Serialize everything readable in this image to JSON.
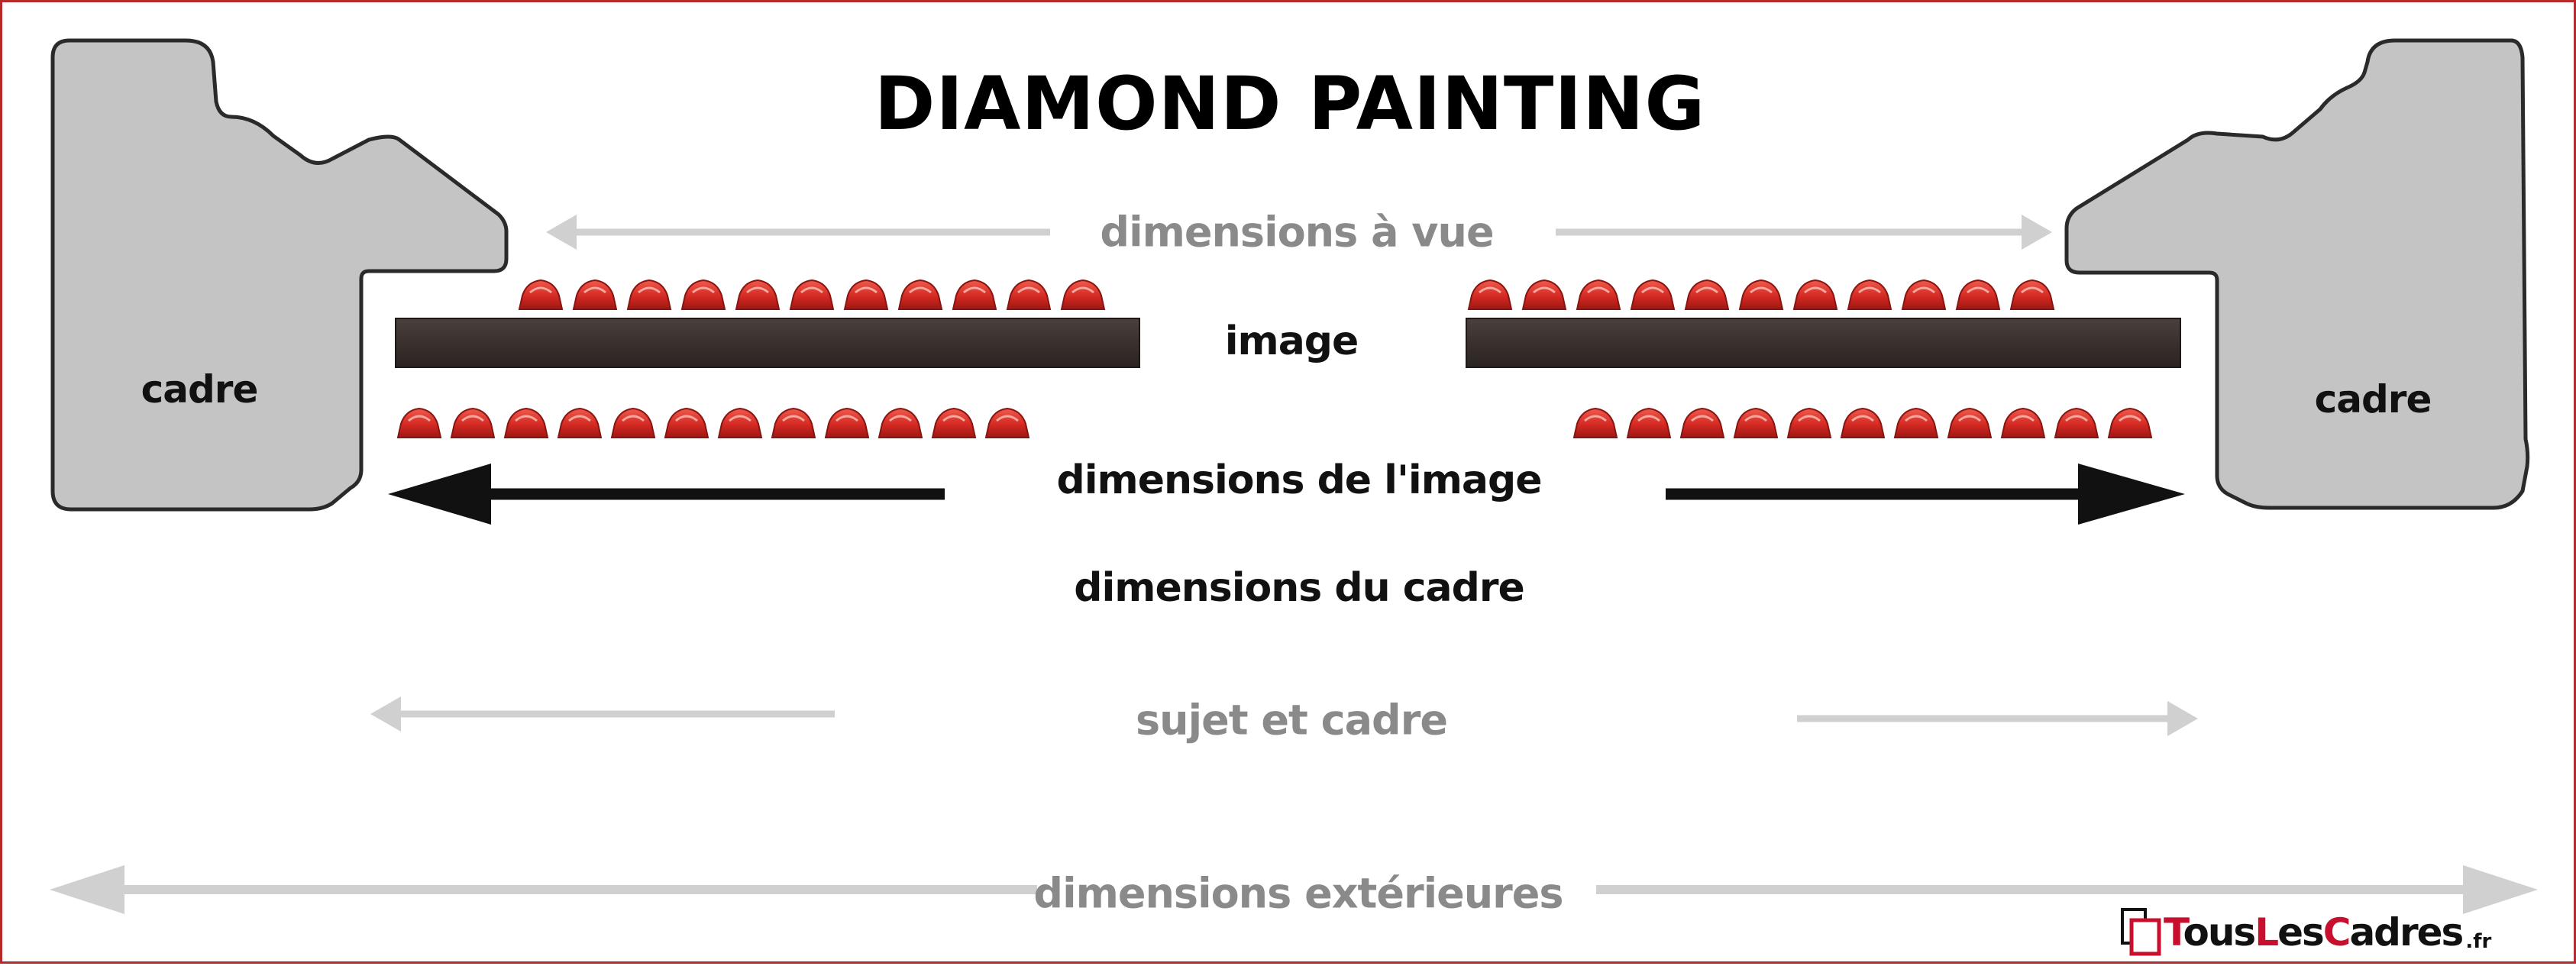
{
  "title": "DIAMOND PAINTING",
  "labels": {
    "dimensions_a_vue": "dimensions à vue",
    "image": "image",
    "dimensions_image": "dimensions de l'image",
    "dimensions_cadre": "dimensions du cadre",
    "sujet_et_cadre": "sujet et cadre",
    "dimensions_exterieures": "dimensions extérieures",
    "frame_left": "cadre",
    "frame_right": "cadre"
  },
  "logo": {
    "name_part1": "T",
    "name_part2": "ous",
    "name_part3": "L",
    "name_part4": "es",
    "name_part5": "C",
    "name_part6": "adres",
    "tld": ".fr"
  },
  "colors": {
    "frame_fill": "#c4c4c4",
    "frame_stroke": "#2a2a2a",
    "image_board": "#3b3330",
    "diamond": "#d42a24",
    "arrow_dark": "#111111",
    "arrow_light": "#d0d0d0",
    "border": "#b52a2a"
  }
}
